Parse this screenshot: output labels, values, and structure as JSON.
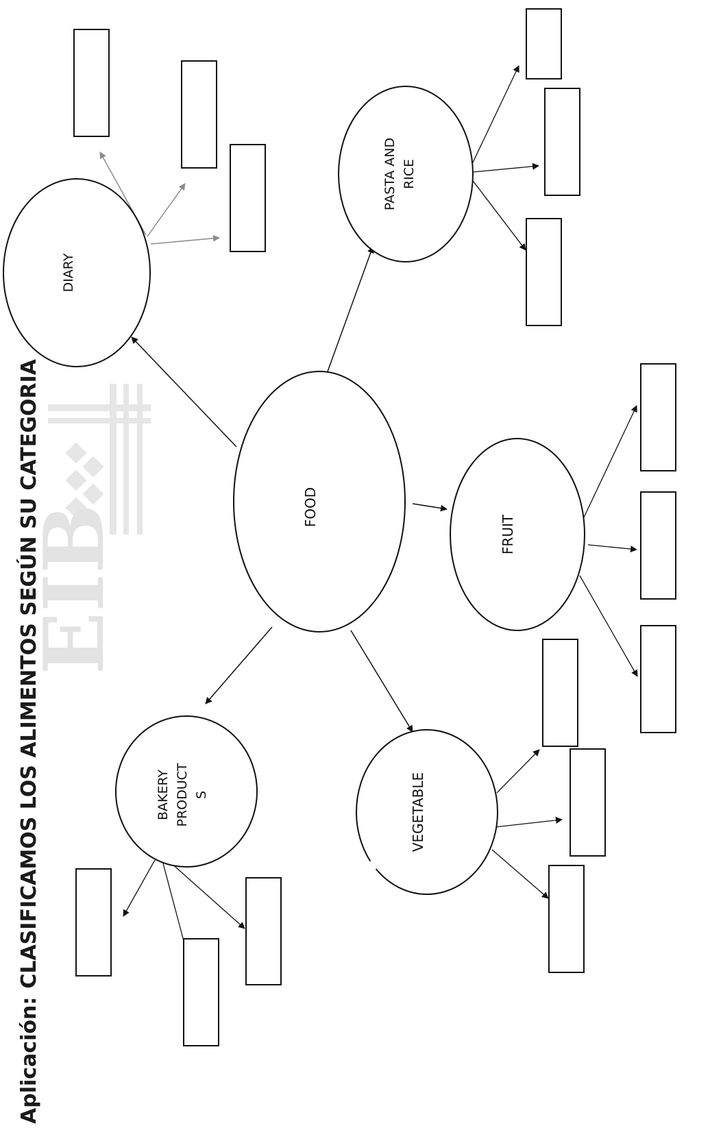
{
  "title": {
    "prefix": "Aplicación:",
    "text": "CLASIFICAMOS LOS ALIMENTOS SEGÚN SU CATEGORIA"
  },
  "watermark": {
    "text": "EİB"
  },
  "nodes": {
    "center": {
      "label": "FOOD"
    },
    "diary": {
      "label": "DIARY"
    },
    "pasta": {
      "label_line1": "PASTA AND",
      "label_line2": "RICE"
    },
    "fruit": {
      "label": "FRUIT"
    },
    "vegetable": {
      "label": "VEGETABLE"
    },
    "bakery": {
      "label_line1": "BAKERY",
      "label_line2": "PRODUCT",
      "label_line3": "S"
    }
  },
  "colors": {
    "stroke": "#111111",
    "secondary_stroke": "#8c8c8c",
    "title": "#1a1a1a",
    "watermark": "#e3e3e3"
  }
}
